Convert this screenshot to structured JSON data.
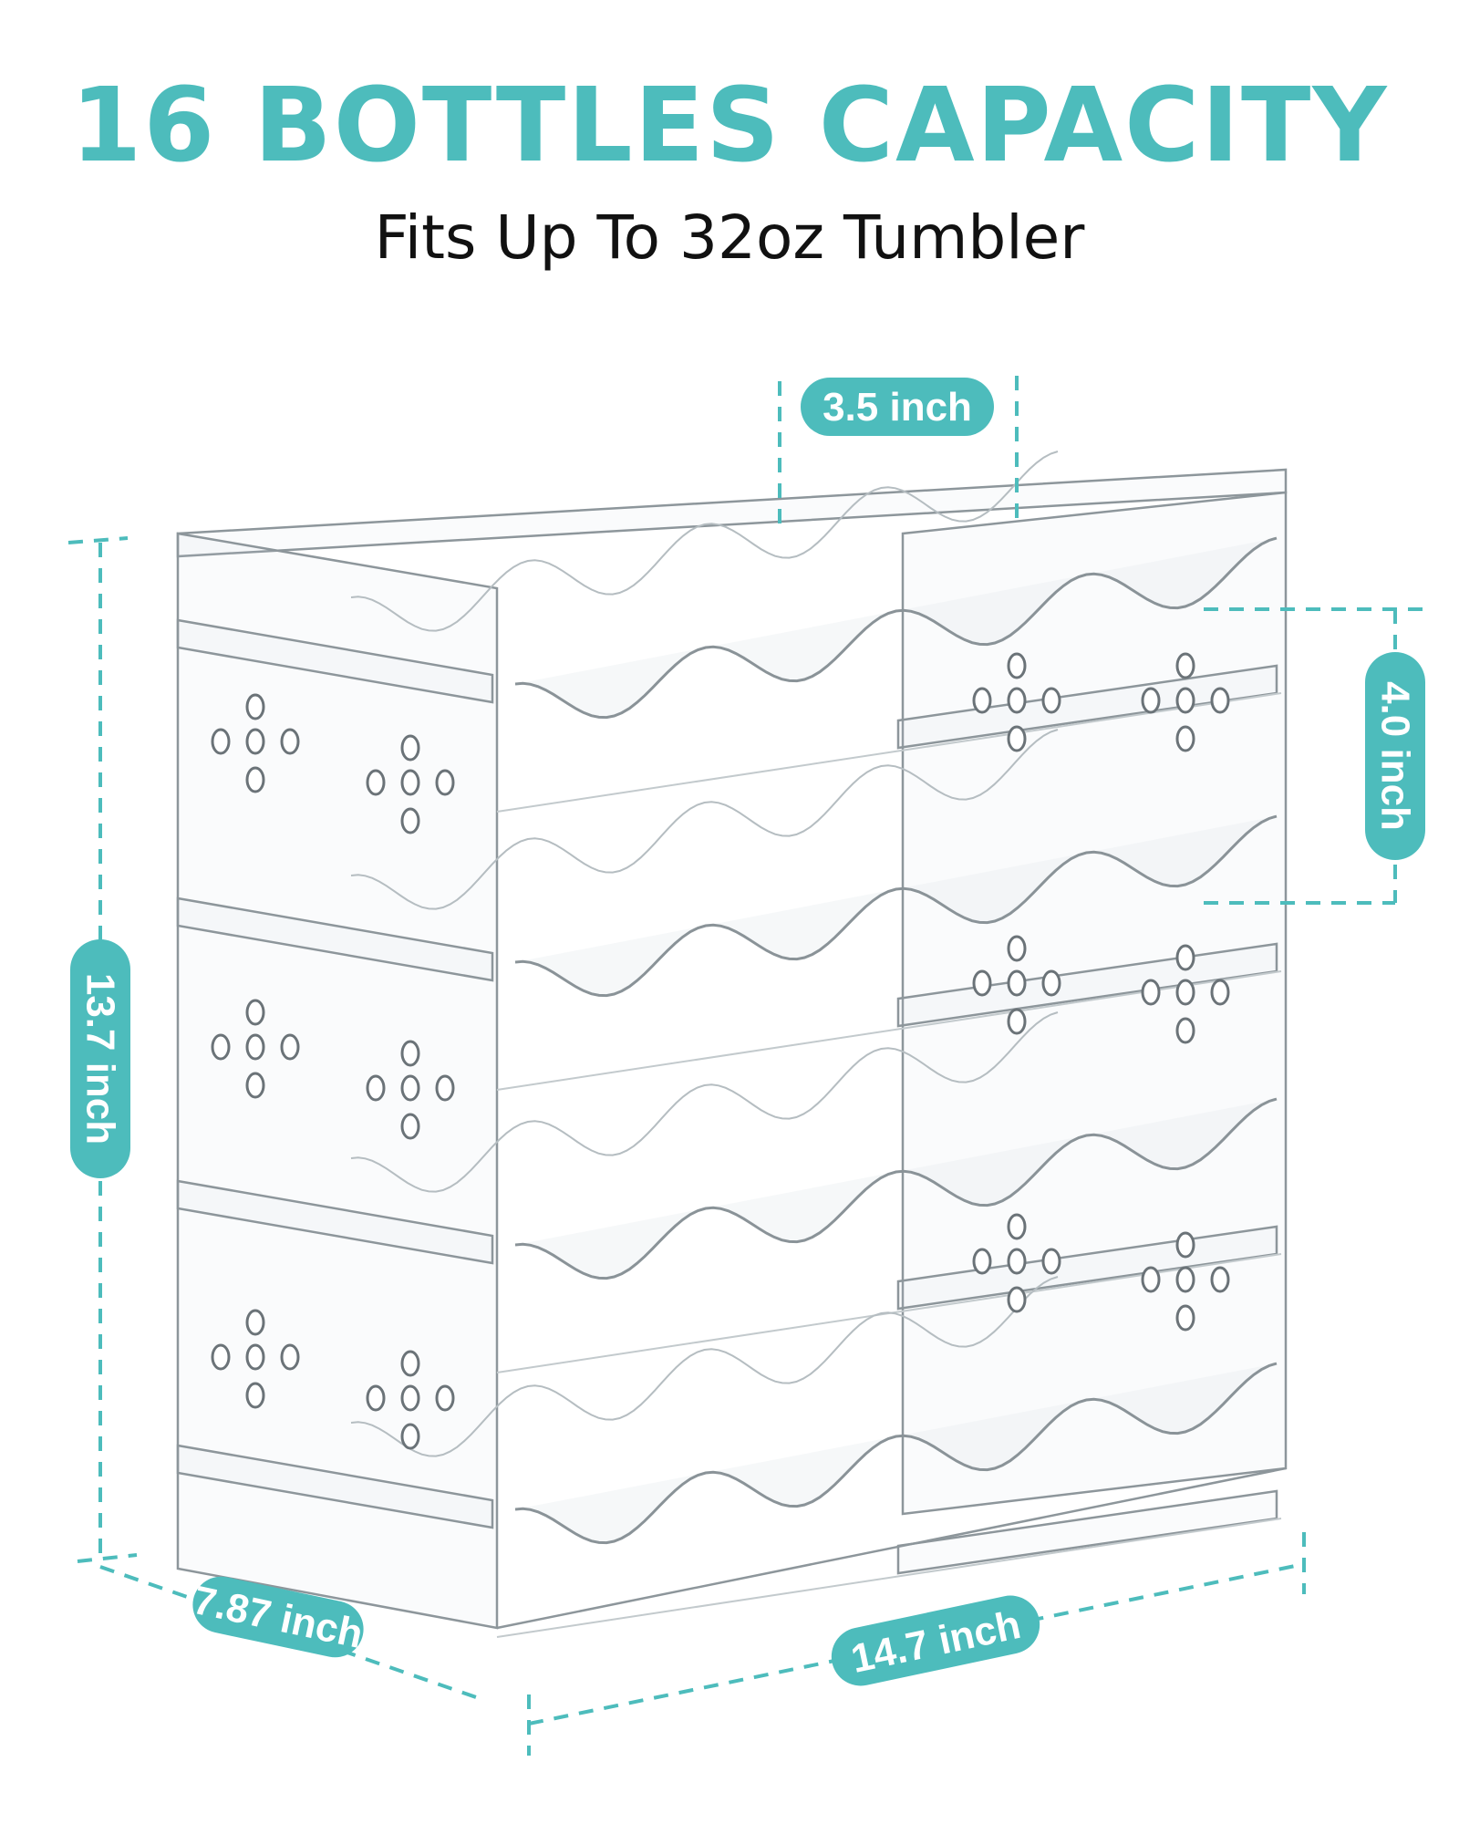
{
  "headline": "16 BOTTLES CAPACITY",
  "subline": "Fits Up To 32oz Tumbler",
  "dimensions": {
    "slot_width": "3.5 inch",
    "tier_height": "4.0 inch",
    "total_height": "13.7 inch",
    "depth": "7.87 inch",
    "width": "14.7 inch"
  },
  "product": {
    "tiers": 4,
    "bottles_per_tier": 4
  },
  "colors": {
    "accent": "#4dbcbc",
    "text": "#111111",
    "background": "#ffffff"
  }
}
